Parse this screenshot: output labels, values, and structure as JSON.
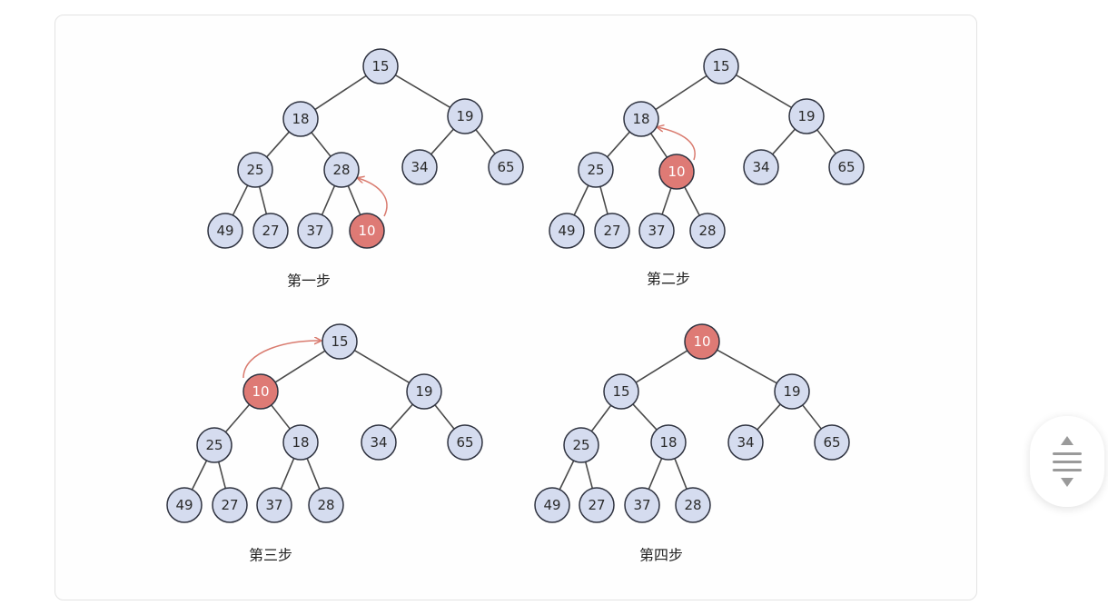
{
  "colors": {
    "node_fill": "#d5dcef",
    "node_text": "#2a2a2a",
    "highlight_fill": "#de7a75",
    "highlight_text": "#ffffff",
    "arrow": "#d97b6f"
  },
  "steps": [
    {
      "label": "第一步",
      "nodes": [
        {
          "id": "15",
          "value": "15",
          "highlight": false
        },
        {
          "id": "18",
          "value": "18",
          "highlight": false
        },
        {
          "id": "19",
          "value": "19",
          "highlight": false
        },
        {
          "id": "25",
          "value": "25",
          "highlight": false
        },
        {
          "id": "28",
          "value": "28",
          "highlight": false
        },
        {
          "id": "34",
          "value": "34",
          "highlight": false
        },
        {
          "id": "65",
          "value": "65",
          "highlight": false
        },
        {
          "id": "49",
          "value": "49",
          "highlight": false
        },
        {
          "id": "27",
          "value": "27",
          "highlight": false
        },
        {
          "id": "37",
          "value": "37",
          "highlight": false
        },
        {
          "id": "10",
          "value": "10",
          "highlight": true
        }
      ],
      "edges": [
        [
          "15",
          "18"
        ],
        [
          "15",
          "19"
        ],
        [
          "18",
          "25"
        ],
        [
          "18",
          "28"
        ],
        [
          "19",
          "34"
        ],
        [
          "19",
          "65"
        ],
        [
          "25",
          "49"
        ],
        [
          "25",
          "27"
        ],
        [
          "28",
          "37"
        ],
        [
          "28",
          "10"
        ]
      ],
      "arrow": {
        "from": "10",
        "to": "28"
      }
    },
    {
      "label": "第二步",
      "nodes": [
        {
          "id": "15",
          "value": "15",
          "highlight": false
        },
        {
          "id": "18",
          "value": "18",
          "highlight": false
        },
        {
          "id": "19",
          "value": "19",
          "highlight": false
        },
        {
          "id": "25",
          "value": "25",
          "highlight": false
        },
        {
          "id": "10",
          "value": "10",
          "highlight": true
        },
        {
          "id": "34",
          "value": "34",
          "highlight": false
        },
        {
          "id": "65",
          "value": "65",
          "highlight": false
        },
        {
          "id": "49",
          "value": "49",
          "highlight": false
        },
        {
          "id": "27",
          "value": "27",
          "highlight": false
        },
        {
          "id": "37",
          "value": "37",
          "highlight": false
        },
        {
          "id": "28",
          "value": "28",
          "highlight": false
        }
      ],
      "edges": [
        [
          "15",
          "18"
        ],
        [
          "15",
          "19"
        ],
        [
          "18",
          "25"
        ],
        [
          "18",
          "10"
        ],
        [
          "19",
          "34"
        ],
        [
          "19",
          "65"
        ],
        [
          "25",
          "49"
        ],
        [
          "25",
          "27"
        ],
        [
          "10",
          "37"
        ],
        [
          "10",
          "28"
        ]
      ],
      "arrow": {
        "from": "10",
        "to": "18"
      }
    },
    {
      "label": "第三步",
      "nodes": [
        {
          "id": "15",
          "value": "15",
          "highlight": false
        },
        {
          "id": "10",
          "value": "10",
          "highlight": true
        },
        {
          "id": "19",
          "value": "19",
          "highlight": false
        },
        {
          "id": "25",
          "value": "25",
          "highlight": false
        },
        {
          "id": "18",
          "value": "18",
          "highlight": false
        },
        {
          "id": "34",
          "value": "34",
          "highlight": false
        },
        {
          "id": "65",
          "value": "65",
          "highlight": false
        },
        {
          "id": "49",
          "value": "49",
          "highlight": false
        },
        {
          "id": "27",
          "value": "27",
          "highlight": false
        },
        {
          "id": "37",
          "value": "37",
          "highlight": false
        },
        {
          "id": "28",
          "value": "28",
          "highlight": false
        }
      ],
      "edges": [
        [
          "15",
          "10"
        ],
        [
          "15",
          "19"
        ],
        [
          "10",
          "25"
        ],
        [
          "10",
          "18"
        ],
        [
          "19",
          "34"
        ],
        [
          "19",
          "65"
        ],
        [
          "25",
          "49"
        ],
        [
          "25",
          "27"
        ],
        [
          "18",
          "37"
        ],
        [
          "18",
          "28"
        ]
      ],
      "arrow": {
        "from": "10",
        "to": "15"
      }
    },
    {
      "label": "第四步",
      "nodes": [
        {
          "id": "10",
          "value": "10",
          "highlight": true
        },
        {
          "id": "15",
          "value": "15",
          "highlight": false
        },
        {
          "id": "19",
          "value": "19",
          "highlight": false
        },
        {
          "id": "25",
          "value": "25",
          "highlight": false
        },
        {
          "id": "18",
          "value": "18",
          "highlight": false
        },
        {
          "id": "34",
          "value": "34",
          "highlight": false
        },
        {
          "id": "65",
          "value": "65",
          "highlight": false
        },
        {
          "id": "49",
          "value": "49",
          "highlight": false
        },
        {
          "id": "27",
          "value": "27",
          "highlight": false
        },
        {
          "id": "37",
          "value": "37",
          "highlight": false
        },
        {
          "id": "28",
          "value": "28",
          "highlight": false
        }
      ],
      "edges": [
        [
          "10",
          "15"
        ],
        [
          "10",
          "19"
        ],
        [
          "15",
          "25"
        ],
        [
          "15",
          "18"
        ],
        [
          "19",
          "34"
        ],
        [
          "19",
          "65"
        ],
        [
          "25",
          "49"
        ],
        [
          "25",
          "27"
        ],
        [
          "18",
          "37"
        ],
        [
          "18",
          "28"
        ]
      ],
      "arrow": null
    }
  ],
  "scroll_widget": {
    "up_icon": "triangle-up-icon",
    "handle_icon": "drag-lines-icon",
    "down_icon": "triangle-down-icon"
  }
}
